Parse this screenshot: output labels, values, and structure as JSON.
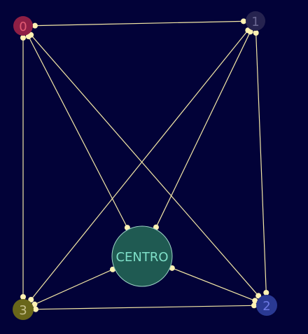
{
  "colors": {
    "background": "#020238",
    "edge": "#f3e7a6",
    "endpoint": "#fff2b3"
  },
  "nodes": {
    "n0": {
      "label": "0",
      "fill": "#8e1f45",
      "text": "#e25c73"
    },
    "n1": {
      "label": "1",
      "fill": "#26234f",
      "text": "#6a6792"
    },
    "n2": {
      "label": "2",
      "fill": "#2a3993",
      "text": "#6d79e3"
    },
    "n3": {
      "label": "3",
      "fill": "#69661a",
      "text": "#c7c08e"
    },
    "centro": {
      "label": "CENTRO",
      "fill": "#1f5a52",
      "stroke": "#9ed3c6",
      "text": "#7fe0c9"
    }
  },
  "edges": [
    [
      "n0",
      "n1"
    ],
    [
      "n0",
      "n3"
    ],
    [
      "n0",
      "n2"
    ],
    [
      "n0",
      "centro"
    ],
    [
      "n1",
      "n2"
    ],
    [
      "n1",
      "n3"
    ],
    [
      "n1",
      "centro"
    ],
    [
      "n3",
      "n2"
    ],
    [
      "n3",
      "centro"
    ],
    [
      "n2",
      "centro"
    ]
  ]
}
